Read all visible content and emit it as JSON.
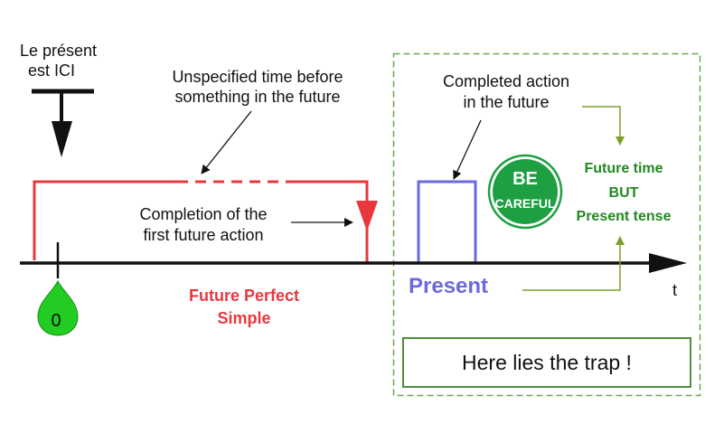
{
  "labels": {
    "present_here_line1": "Le présent",
    "present_here_line2": "est  ICI",
    "unspecified_line1": "Unspecified time before",
    "unspecified_line2": "something in the future",
    "completion_line1": "Completion of the",
    "completion_line2": "first future action",
    "completed_line1": "Completed action",
    "completed_line2": "in the future",
    "future_time": "Future time",
    "but": "BUT",
    "present_tense": "Present tense",
    "future_perfect_line1": "Future Perfect",
    "future_perfect_line2": "Simple",
    "present": "Present",
    "time_axis": "t",
    "origin": "0",
    "trap": "Here lies the trap !"
  },
  "badge": {
    "line1": "BE",
    "line2": "CAREFUL",
    "color": "#1d9f42"
  },
  "colors": {
    "red": "#e8383d",
    "green_text": "#1f8a1f",
    "blue": "#6a6ae0",
    "olive": "#7aa02c",
    "dashed_border": "#6aa84f",
    "drop": "#22cc22"
  }
}
